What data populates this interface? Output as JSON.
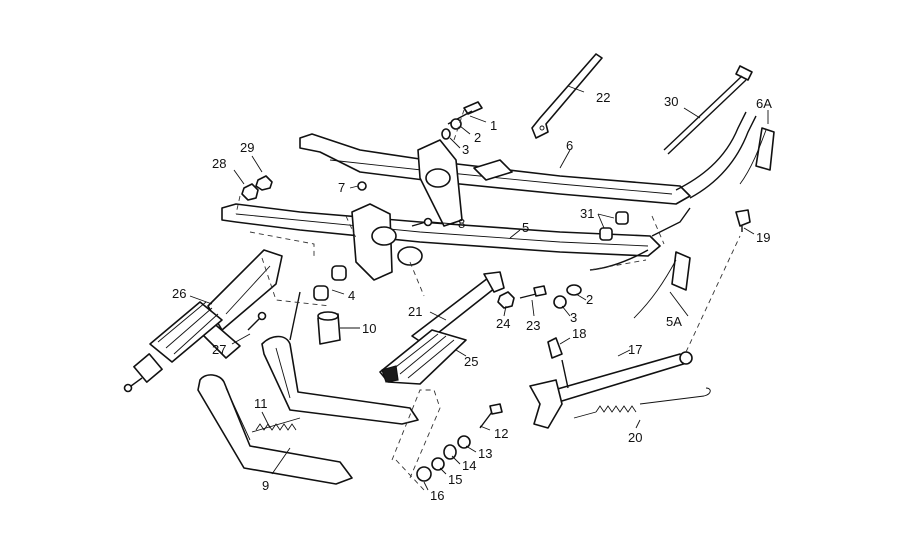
{
  "callouts": [
    {
      "id": "c1",
      "text": "1"
    },
    {
      "id": "c2a",
      "text": "2"
    },
    {
      "id": "c2b",
      "text": "2"
    },
    {
      "id": "c3a",
      "text": "3"
    },
    {
      "id": "c3b",
      "text": "3"
    },
    {
      "id": "c4",
      "text": "4"
    },
    {
      "id": "c5",
      "text": "5"
    },
    {
      "id": "c5A",
      "text": "5A"
    },
    {
      "id": "c6",
      "text": "6"
    },
    {
      "id": "c6A",
      "text": "6A"
    },
    {
      "id": "c7",
      "text": "7"
    },
    {
      "id": "c8",
      "text": "8"
    },
    {
      "id": "c9",
      "text": "9"
    },
    {
      "id": "c10",
      "text": "10"
    },
    {
      "id": "c11",
      "text": "11"
    },
    {
      "id": "c12",
      "text": "12"
    },
    {
      "id": "c13",
      "text": "13"
    },
    {
      "id": "c14",
      "text": "14"
    },
    {
      "id": "c15",
      "text": "15"
    },
    {
      "id": "c16",
      "text": "16"
    },
    {
      "id": "c17",
      "text": "17"
    },
    {
      "id": "c18",
      "text": "18"
    },
    {
      "id": "c19",
      "text": "19"
    },
    {
      "id": "c20",
      "text": "20"
    },
    {
      "id": "c21",
      "text": "21"
    },
    {
      "id": "c22",
      "text": "22"
    },
    {
      "id": "c23",
      "text": "23"
    },
    {
      "id": "c24",
      "text": "24"
    },
    {
      "id": "c25",
      "text": "25"
    },
    {
      "id": "c26",
      "text": "26"
    },
    {
      "id": "c27",
      "text": "27"
    },
    {
      "id": "c28",
      "text": "28"
    },
    {
      "id": "c29",
      "text": "29"
    },
    {
      "id": "c30",
      "text": "30"
    },
    {
      "id": "c31",
      "text": "31"
    }
  ]
}
